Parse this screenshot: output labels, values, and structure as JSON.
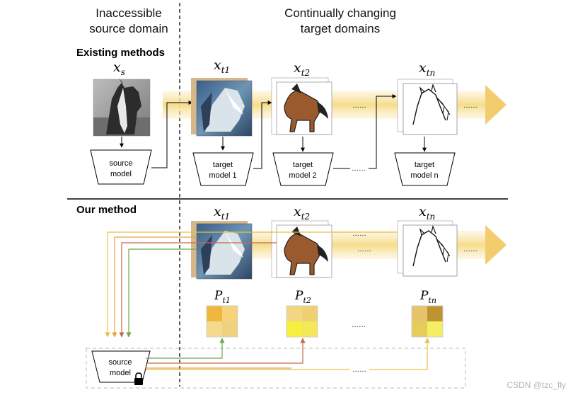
{
  "headers": {
    "left_line1": "Inaccessible",
    "left_line2": "source domain",
    "right_line1": "Continually changing",
    "right_line2": "target domains"
  },
  "sections": {
    "existing": "Existing methods",
    "ours": "Our method"
  },
  "labels": {
    "xs_main": "x",
    "xs_sub": "s",
    "x_main": "x",
    "t1_sub": "t1",
    "t2_sub": "t2",
    "tn_sub": "tn",
    "p_main": "P"
  },
  "models": {
    "source_line1": "source",
    "source_line2": "model",
    "target1_line1": "target",
    "target1_line2": "model 1",
    "target2_line1": "target",
    "target2_line2": "model 2",
    "targetn_line1": "target",
    "targetn_line2": "model n",
    "locked_line1": "source",
    "locked_line2": "model"
  },
  "ellipsis": "……",
  "watermark": "CSDN @tzc_fly",
  "icons": {
    "lock": "lock-icon",
    "forward_arrow": "forward-arrow-icon"
  },
  "colors": {
    "arrow_band": "#f6dc8a",
    "line_orange": "#e8a23c",
    "line_red": "#c9694a",
    "line_green": "#6aa84f",
    "line_yellow": "#e7c145",
    "grid_outline": "#bbbbbb"
  },
  "heatmaps": {
    "pt1": [
      "#f1b73c",
      "#f7d27a",
      "#f4d98e",
      "#f0d27e"
    ],
    "pt2": [
      "#f2d684",
      "#f1d073",
      "#f5f03d",
      "#f3e85a"
    ],
    "ptn": [
      "#e7c46a",
      "#bf9330",
      "#e6cc5b",
      "#f4ee66"
    ]
  }
}
